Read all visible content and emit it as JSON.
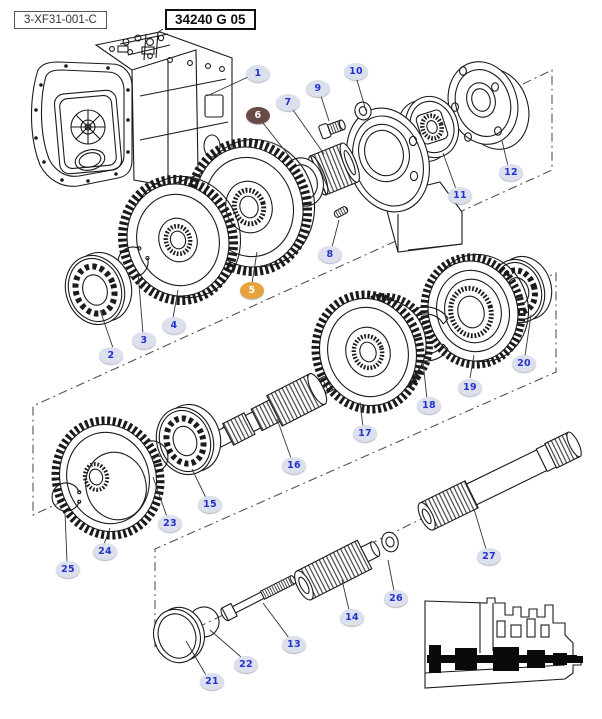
{
  "header": {
    "drawing_ref": "3-XF31-001-C",
    "part_group_code": "34240 G 05"
  },
  "colors": {
    "line": "#1b1b1b",
    "callout_bg": "#dce0ed",
    "callout_text": "#2233cc",
    "highlight_selected": "#e6a23c",
    "highlight_visited": "#6a4a44",
    "highlight_text": "#ffffff",
    "background": "#ffffff"
  },
  "callouts": [
    {
      "num": "1",
      "style": "default"
    },
    {
      "num": "2",
      "style": "default"
    },
    {
      "num": "3",
      "style": "default"
    },
    {
      "num": "4",
      "style": "default"
    },
    {
      "num": "5",
      "style": "orange"
    },
    {
      "num": "6",
      "style": "brown"
    },
    {
      "num": "7",
      "style": "default"
    },
    {
      "num": "8",
      "style": "default"
    },
    {
      "num": "9",
      "style": "default"
    },
    {
      "num": "10",
      "style": "default"
    },
    {
      "num": "11",
      "style": "default"
    },
    {
      "num": "12",
      "style": "default"
    },
    {
      "num": "13",
      "style": "default"
    },
    {
      "num": "14",
      "style": "default"
    },
    {
      "num": "15",
      "style": "default"
    },
    {
      "num": "16",
      "style": "default"
    },
    {
      "num": "17",
      "style": "default"
    },
    {
      "num": "18",
      "style": "default"
    },
    {
      "num": "19",
      "style": "default"
    },
    {
      "num": "20",
      "style": "default"
    },
    {
      "num": "21",
      "style": "default"
    },
    {
      "num": "22",
      "style": "default"
    },
    {
      "num": "23",
      "style": "default"
    },
    {
      "num": "24",
      "style": "default"
    },
    {
      "num": "25",
      "style": "default"
    },
    {
      "num": "26",
      "style": "default"
    },
    {
      "num": "27",
      "style": "default"
    }
  ]
}
